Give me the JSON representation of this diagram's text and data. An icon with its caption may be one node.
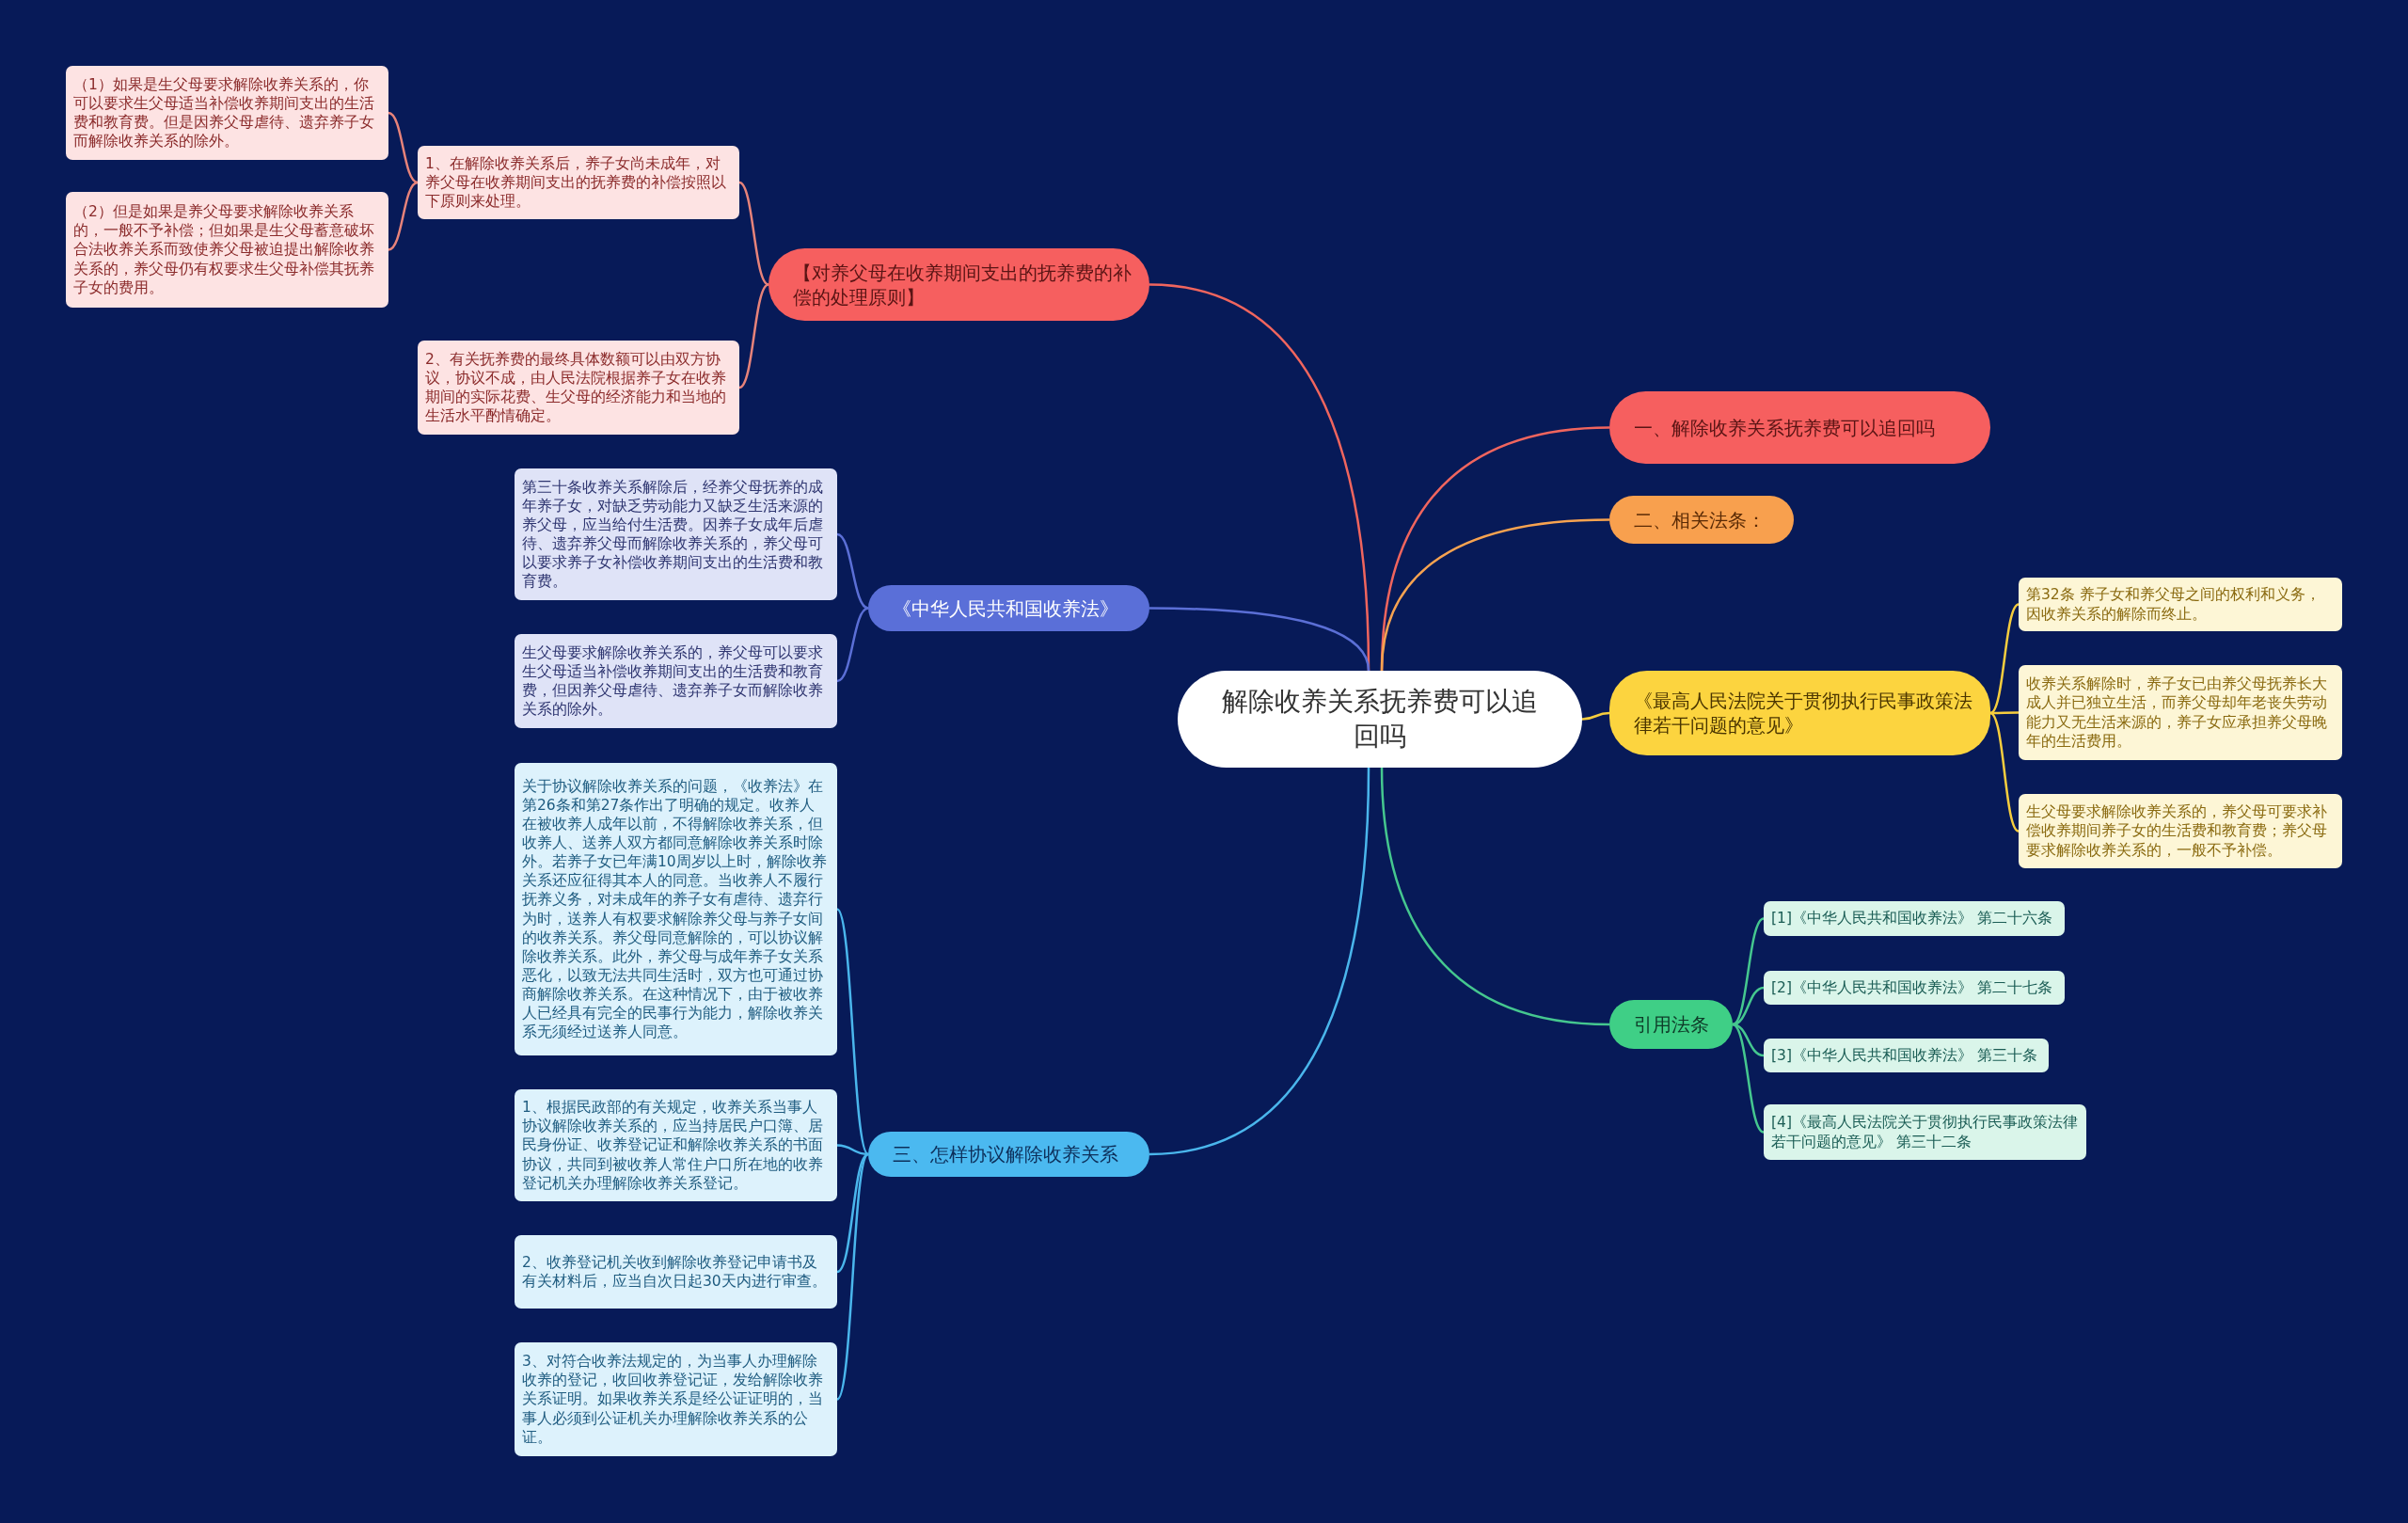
{
  "diagram": {
    "nodes": [
      {
        "text": [
          "解除收养关系抚养费可以追回吗"
        ]
      },
      {
        "text": [
          "一、解除收养关系抚养费可以追回吗"
        ]
      },
      {
        "text": [
          "二、相关法条："
        ]
      },
      {
        "text": [
          "《最高人民法院关于贯彻执行民事政策法律若干问题的意见》"
        ]
      },
      {
        "text": [
          "第32条 养子女和养父母之间的权利和义务，因收养关系的解除而终止。"
        ]
      },
      {
        "text": [
          "收养关系解除时，养子女已由养父母抚养长大成人并已独立生活，而养父母却年老丧失劳动能力又无生活来源的，养子女应承担养父母晚年的生活费用。"
        ]
      },
      {
        "text": [
          "生父母要求解除收养关系的，养父母可要求补偿收养期间养子女的生活费和教育费；养父母要求解除收养关系的，一般不予补偿。"
        ]
      },
      {
        "text": [
          "引用法条"
        ]
      },
      {
        "text": [
          "[1]《中华人民共和国收养法》 第二十六条"
        ]
      },
      {
        "text": [
          "[2]《中华人民共和国收养法》 第二十七条"
        ]
      },
      {
        "text": [
          "[3]《中华人民共和国收养法》 第三十条"
        ]
      },
      {
        "text": [
          "[4]《最高人民法院关于贯彻执行民事政策法律若干问题的意见》 第三十二条"
        ]
      },
      {
        "text": [
          "【对养父母在收养期间支出的抚养费的补偿的处理原则】"
        ]
      },
      {
        "text": [
          "1、在解除收养关系后，养子女尚未成年，对养父母在收养期间支出的抚养费的补偿按照以下原则来处理。"
        ]
      },
      {
        "text": [
          "（1）如果是生父母要求解除收养关系的，你可以要求生父母适当补偿收养期间支出的生活费和教育费。但是因养父母虐待、遗弃养子女而解除收养关系的除外。"
        ]
      },
      {
        "text": [
          "（2）但是如果是养父母要求解除收养关系的，一般不予补偿；但如果是生父母蓄意破坏合法收养关系而致使养父母被迫提出解除收养关系的，养父母仍有权要求生父母补偿其抚养子女的费用。"
        ]
      },
      {
        "text": [
          "2、有关抚养费的最终具体数额可以由双方协议，协议不成，由人民法院根据养子女在收养期间的实际花费、生父母的经济能力和当地的生活水平酌情确定。"
        ]
      },
      {
        "text": [
          "《中华人民共和国收养法》"
        ]
      },
      {
        "text": [
          "第三十条收养关系解除后，经养父母抚养的成年养子女，对缺乏劳动能力又缺乏生活来源的养父母，应当给付生活费。因养子女成年后虐待、遗弃养父母而解除收养关系的，养父母可以要求养子女补偿收养期间支出的生活费和教育费。"
        ]
      },
      {
        "text": [
          "生父母要求解除收养关系的，养父母可以要求生父母适当补偿收养期间支出的生活费和教育费，但因养父母虐待、遗弃养子女而解除收养关系的除外。"
        ]
      },
      {
        "text": [
          "三、怎样协议解除收养关系"
        ]
      },
      {
        "text": [
          "关于协议解除收养关系的问题，《收养法》在第26条和第27条作出了明确的规定。收养人在被收养人成年以前，不得解除收养关系，但收养人、送养人双方都同意解除收养关系时除外。若养子女已年满10周岁以上时，解除收养关系还应征得其本人的同意。当收养人不履行抚养义务，对未成年的养子女有虐待、遗弃行为时，送养人有权要求解除养父母与养子女间的收养关系。养父母同意解除的，可以协议解除收养关系。此外，养父母与成年养子女关系恶化，以致无法共同生活时，双方也可通过协商解除收养关系。在这种情况下，由于被收养人已经具有完全的民事行为能力，解除收养关系无须经过送养人同意。"
        ]
      },
      {
        "text": [
          "1、根据民政部的有关规定，收养关系当事人协议解除收养关系的，应当持居民户口簿、居民身份证、收养登记证和解除收养关系的书面协议，共同到被收养人常住户口所在地的收养登记机关办理解除收养关系登记。"
        ]
      },
      {
        "text": [
          "2、收养登记机关收到解除收养登记申请书及有关材料后，应当自次日起30天内进行审查。"
        ]
      },
      {
        "text": [
          "3、对符合收养法规定的，为当事人办理解除收养的登记，收回收养登记证，发给解除收养关系证明。如果收养关系是经公证证明的，当事人必须到公证机关办理解除收养关系的公证。"
        ]
      }
    ],
    "edges": [
      {
        "from": 0,
        "to": 1,
        "arrow": "none",
        "color": "#f0655e"
      },
      {
        "from": 0,
        "to": 2,
        "arrow": "none",
        "color": "#f7a350"
      },
      {
        "from": 0,
        "to": 3,
        "arrow": "none",
        "color": "#f6cd3e"
      },
      {
        "from": 3,
        "to": 4,
        "arrow": "none",
        "color": "#f6cd3e"
      },
      {
        "from": 3,
        "to": 5,
        "arrow": "none",
        "color": "#f6cd3e"
      },
      {
        "from": 3,
        "to": 6,
        "arrow": "none",
        "color": "#f6cd3e"
      },
      {
        "from": 0,
        "to": 7,
        "arrow": "none",
        "color": "#45c78f"
      },
      {
        "from": 7,
        "to": 8,
        "arrow": "none",
        "color": "#45c78f"
      },
      {
        "from": 7,
        "to": 9,
        "arrow": "none",
        "color": "#45c78f"
      },
      {
        "from": 7,
        "to": 10,
        "arrow": "none",
        "color": "#45c78f"
      },
      {
        "from": 7,
        "to": 11,
        "arrow": "none",
        "color": "#45c78f"
      },
      {
        "from": 0,
        "to": 12,
        "arrow": "none",
        "color": "#f0655e"
      },
      {
        "from": 12,
        "to": 13,
        "arrow": "none",
        "color": "#e7837a"
      },
      {
        "from": 13,
        "to": 14,
        "arrow": "none",
        "color": "#e7837a"
      },
      {
        "from": 13,
        "to": 15,
        "arrow": "none",
        "color": "#e7837a"
      },
      {
        "from": 12,
        "to": 16,
        "arrow": "none",
        "color": "#e7837a"
      },
      {
        "from": 0,
        "to": 17,
        "arrow": "none",
        "color": "#5b6fd6"
      },
      {
        "from": 17,
        "to": 18,
        "arrow": "none",
        "color": "#5b6fd6"
      },
      {
        "from": 17,
        "to": 19,
        "arrow": "none",
        "color": "#5b6fd6"
      },
      {
        "from": 0,
        "to": 20,
        "arrow": "none",
        "color": "#4ab6ec"
      },
      {
        "from": 20,
        "to": 21,
        "arrow": "none",
        "color": "#4ab6ec"
      },
      {
        "from": 20,
        "to": 22,
        "arrow": "none",
        "color": "#4ab6ec"
      },
      {
        "from": 20,
        "to": 23,
        "arrow": "none",
        "color": "#4ab6ec"
      },
      {
        "from": 20,
        "to": 24,
        "arrow": "none",
        "color": "#4ab6ec"
      }
    ]
  }
}
